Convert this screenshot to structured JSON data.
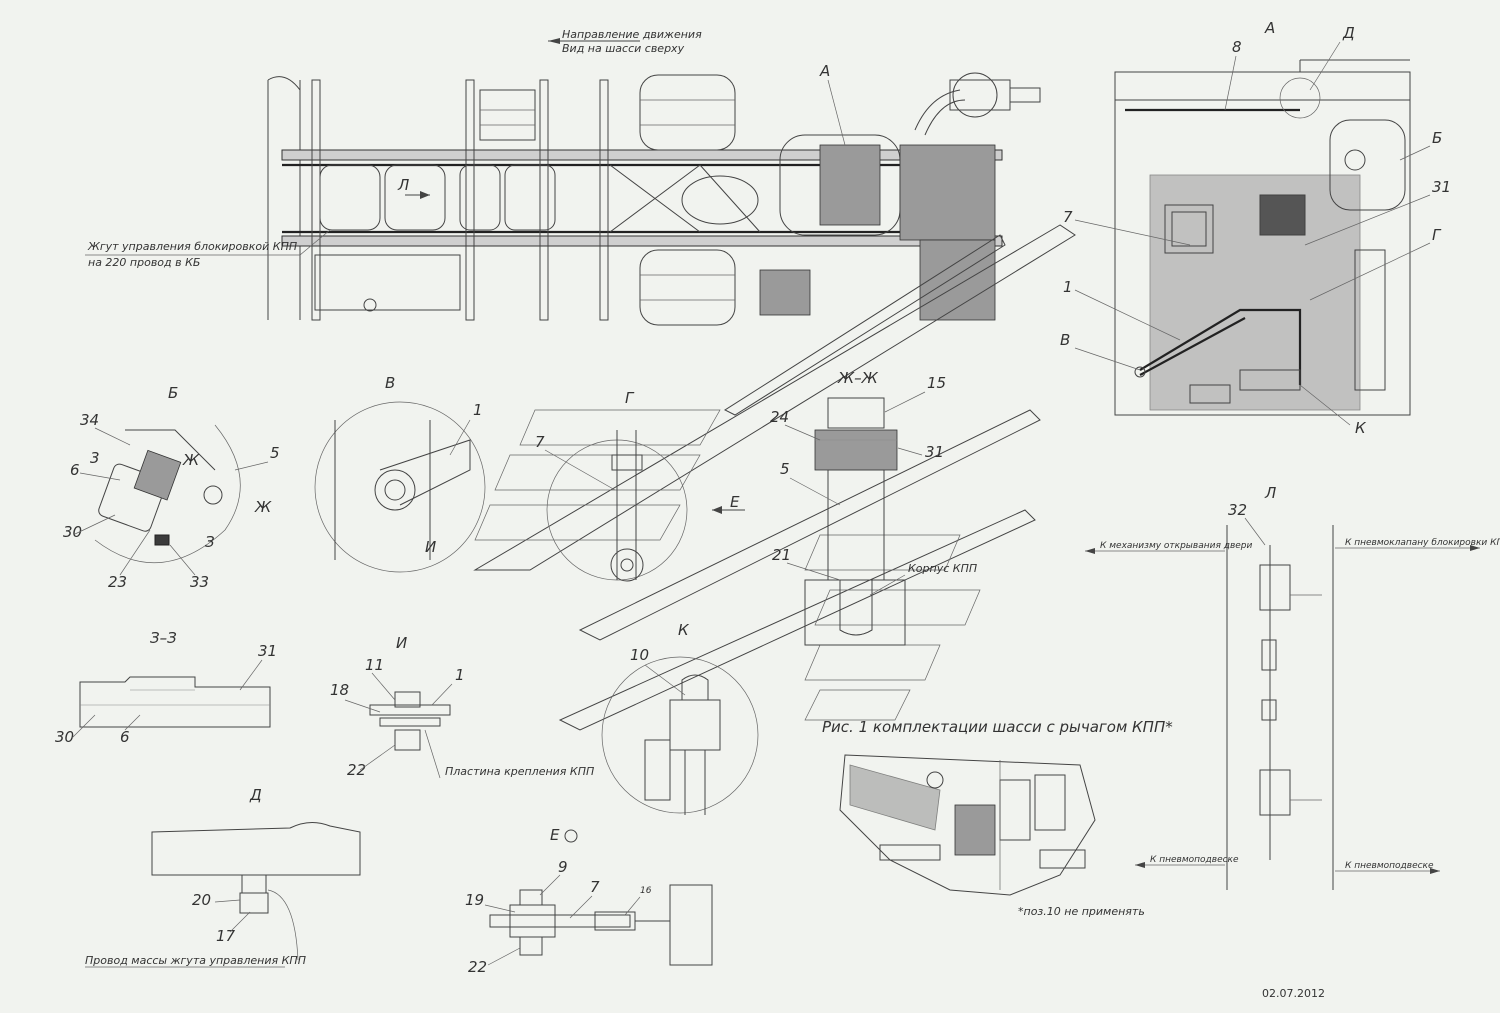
{
  "header": {
    "direction_line1": "Направление движения",
    "direction_line2": "Вид на шасси сверху"
  },
  "chassis_note_line1": "Жгут управления блокировкой КПП",
  "chassis_note_line2": "на 220 провод в КБ",
  "chassis_view_letter": "Л",
  "views": {
    "A": "А",
    "D_top": "Д",
    "B": "Б",
    "G": "Г",
    "V": "В",
    "K": "К",
    "ZhZh": "Ж–Ж",
    "ZZ": "З–З",
    "I": "И",
    "D": "Д",
    "E": "Е",
    "L": "Л",
    "Zh": "Ж",
    "Z": "З"
  },
  "positions": {
    "p1": "1",
    "p3": "3",
    "p5": "5",
    "p6": "6",
    "p7": "7",
    "p8": "8",
    "p9": "9",
    "p10": "10",
    "p11": "11",
    "p15": "15",
    "p16": "16",
    "p17": "17",
    "p18": "18",
    "p19": "19",
    "p20": "20",
    "p21": "21",
    "p22": "22",
    "p23": "23",
    "p24": "24",
    "p30": "30",
    "p31": "31",
    "p32": "32",
    "p33": "33",
    "p34": "34"
  },
  "notes": {
    "gearbox_body": "Корпус КПП",
    "mount_plate": "Пластина крепления КПП",
    "ground_wire": "Провод массы жгута управления КПП",
    "figure_caption": "Рис. 1  комплектации шасси с рычагом КПП*",
    "pos10_note": "*поз.10 не применять",
    "to_door_mechanism": "К механизму открывания двери",
    "to_lock_valve": "К пневмоклапану блокировки КПП",
    "to_air_suspension_left": "К пневмоподвеске",
    "to_air_suspension_right": "К пневмоподвеске",
    "date": "02.07.2012"
  },
  "arrow_E": "Е"
}
